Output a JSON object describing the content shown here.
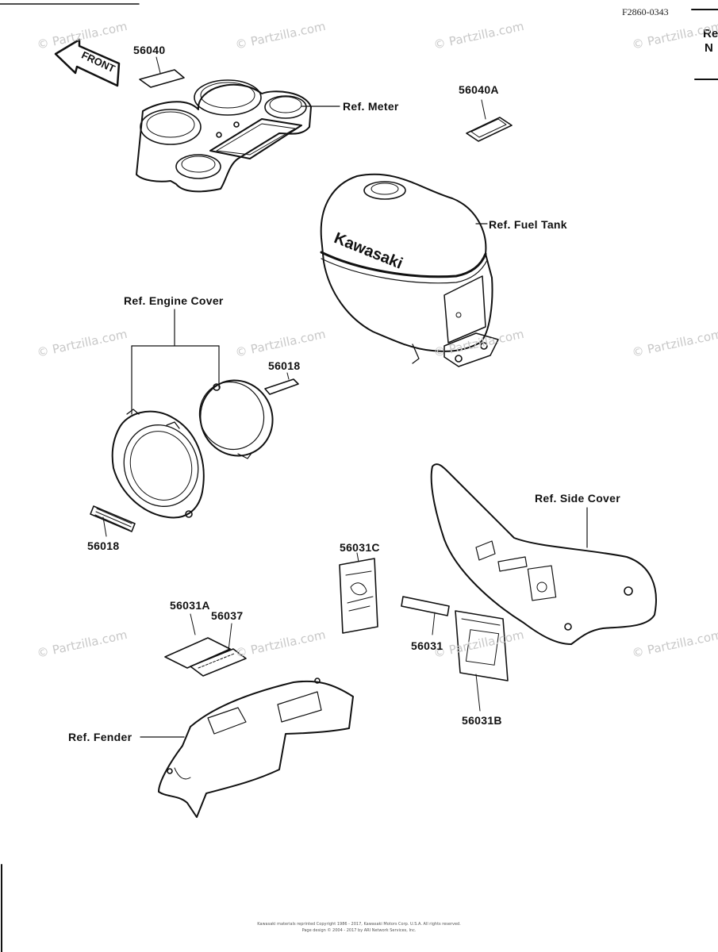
{
  "diagram_code": "F2860-0343",
  "side_text": {
    "line1": "Re",
    "line2": "N"
  },
  "front_label": "FRONT",
  "tank_brand": "Kawasaki",
  "labels": {
    "p56040": "56040",
    "p56040a": "56040A",
    "ref_meter": "Ref. Meter",
    "ref_fuel_tank": "Ref. Fuel Tank",
    "ref_engine_cover": "Ref. Engine Cover",
    "p56018_top": "56018",
    "p56018_bottom": "56018",
    "ref_side_cover": "Ref. Side Cover",
    "p56031c": "56031C",
    "p56031a": "56031A",
    "p56037": "56037",
    "p56031": "56031",
    "p56031b": "56031B",
    "ref_fender": "Ref. Fender"
  },
  "watermark": "© Partzilla.com",
  "footer": {
    "line1": "Kawasaki materials reprinted Copyright 1986 - 2017, Kawasaki Motors Corp. U.S.A. All rights reserved.",
    "line2": "Page design © 2004 - 2017 by ARI Network Services, Inc."
  }
}
